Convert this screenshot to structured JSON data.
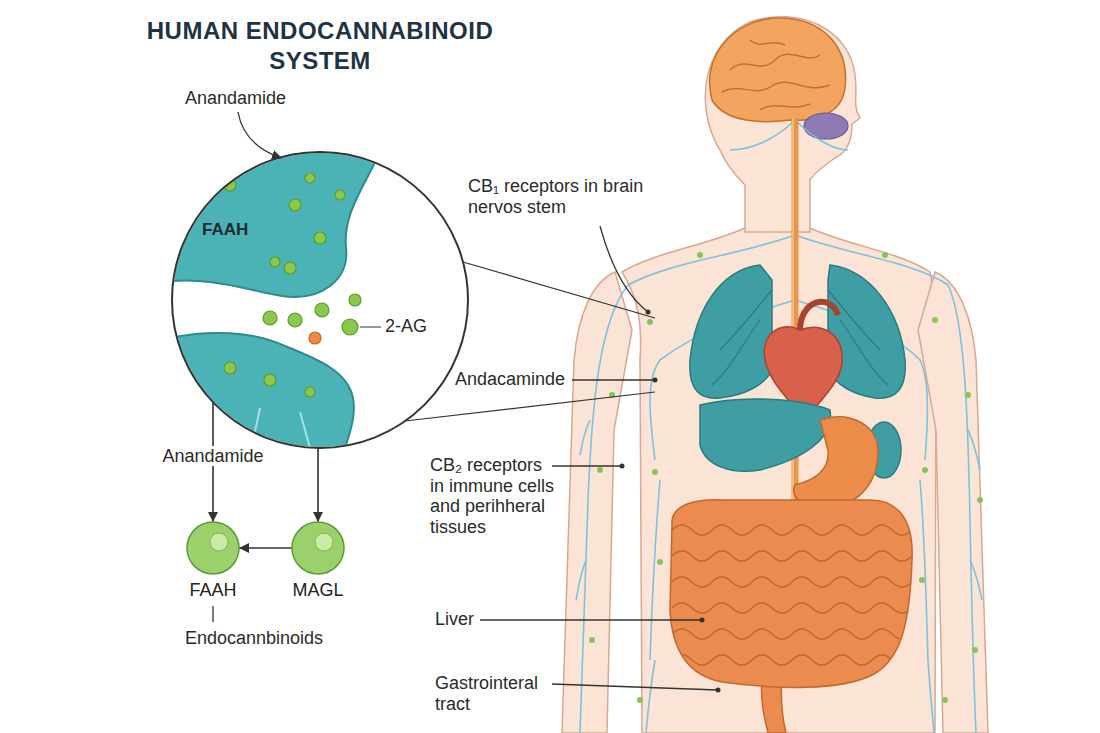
{
  "diagram": {
    "title": "HUMAN ENDOCANNABINOID SYSTEM",
    "nodes": [
      {
        "text": [
          "FAAH"
        ]
      },
      {
        "text": [
          "FAAH"
        ]
      },
      {
        "text": [
          "MAGL"
        ]
      }
    ],
    "edges": [
      {
        "from": 0,
        "to": 1,
        "label": "Anandamide",
        "arrow": "to"
      },
      {
        "from": 0,
        "to": 2,
        "arrow": "to"
      },
      {
        "from": 2,
        "to": 1,
        "arrow": "to"
      }
    ],
    "labels": [
      "Anandamide",
      "2-AG",
      "CB₁ receptors in brain nervos stem",
      "Andacaminde",
      "CB₂ receptors in immune cells and perihheral tissues",
      "Liver",
      "Gastrointeral tract",
      "Endocannbinoids"
    ]
  }
}
